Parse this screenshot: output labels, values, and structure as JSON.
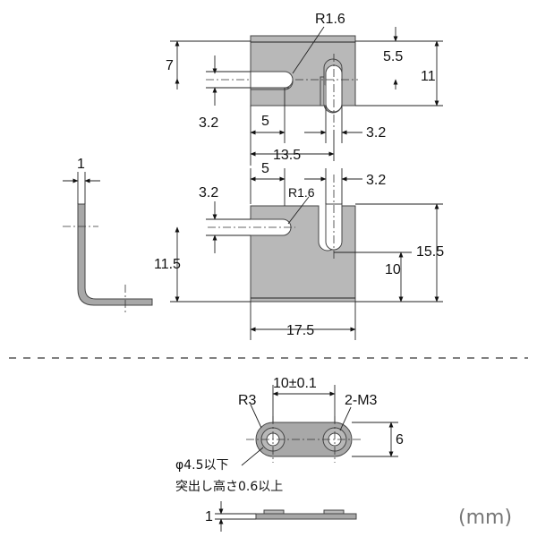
{
  "unit_label": "(mm)",
  "top_view": {
    "radius_label": "R1.6",
    "dims": {
      "left_top": "7",
      "left_mid": "3.2",
      "slot_top": "5.5",
      "height": "11",
      "left_width": "5",
      "slot_width": "3.2",
      "total_width": "13.5"
    }
  },
  "front_view": {
    "radius_label": "R1.6",
    "dims": {
      "left_width": "5",
      "slot_width": "3.2",
      "left_mid": "3.2",
      "left_height": "11.5",
      "slot_height": "10",
      "height": "15.5",
      "width": "17.5"
    }
  },
  "side_view": {
    "thickness": "1"
  },
  "nut_view": {
    "pitch": "10±0.1",
    "radius": "R3",
    "thread": "2-M3",
    "height": "6",
    "note_line1": "φ4.5以下",
    "note_line2": "突出し高さ0.6以上",
    "thickness": "1"
  }
}
